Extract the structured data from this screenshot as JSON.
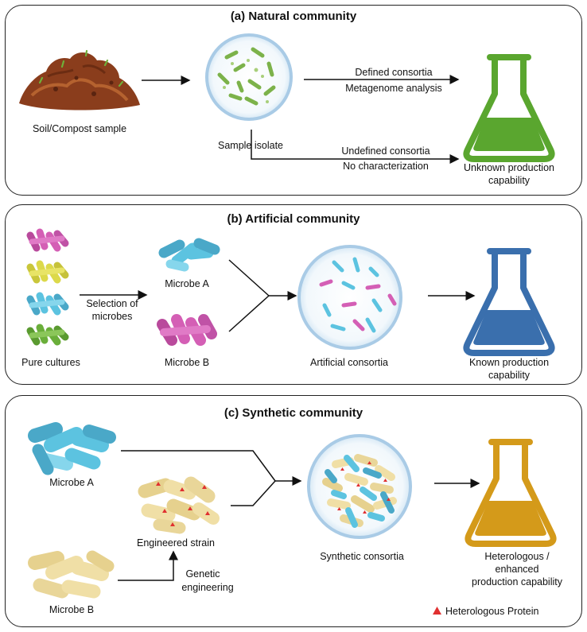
{
  "panel_a": {
    "title": "(a) Natural community",
    "soil_label": "Soil/Compost sample",
    "isolate_label": "Sample isolate",
    "route1_line1": "Defined consortia",
    "route1_line2": "Metagenome analysis",
    "route2_line1": "Undefined consortia",
    "route2_line2": "No characterization",
    "result_line1": "Unknown production",
    "result_line2": "capability",
    "flask_color": "#5aa62f"
  },
  "panel_b": {
    "title": "(b) Artificial community",
    "pure_label": "Pure cultures",
    "selection_line1": "Selection of",
    "selection_line2": "microbes",
    "microbe_a": "Microbe A",
    "microbe_b": "Microbe B",
    "consortia_label": "Artificial consortia",
    "result_line1": "Known production",
    "result_line2": "capability",
    "flask_color": "#3a6fad"
  },
  "panel_c": {
    "title": "(c) Synthetic community",
    "microbe_a": "Microbe A",
    "microbe_b": "Microbe B",
    "engineered_label": "Engineered strain",
    "genetic_line1": "Genetic",
    "genetic_line2": "engineering",
    "consortia_label": "Synthetic consortia",
    "result_line1": "Heterologous /",
    "result_line2": "enhanced",
    "result_line3": "production capability",
    "legend_label": "Heterologous Protein",
    "flask_color": "#d49a1a"
  },
  "colors": {
    "microbe_pink": "#d45fb5",
    "microbe_yellow": "#dcd94a",
    "microbe_blue": "#5cc3e0",
    "microbe_green": "#6aae3a",
    "microbe_cream": "#f0dfa6",
    "protein_red": "#e03030",
    "soil": "#8a3d1c"
  }
}
